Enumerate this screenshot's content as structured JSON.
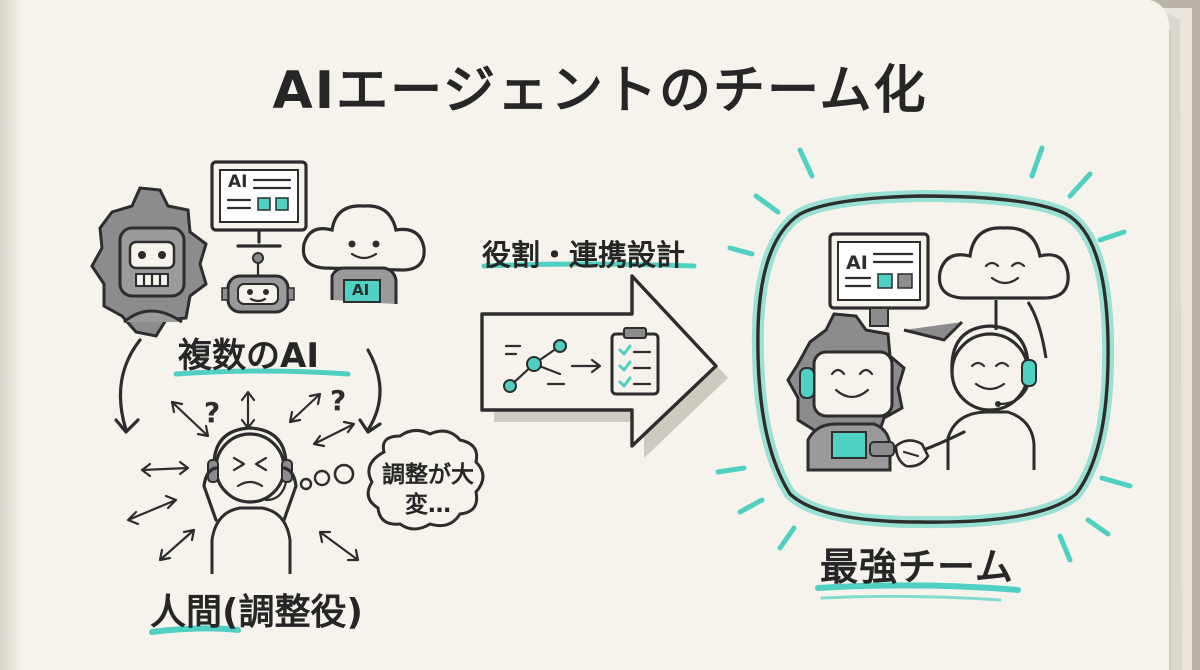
{
  "title": "AIエージェントのチーム化",
  "left": {
    "group_label": "複数のAI",
    "human_label": "人間(調整役)",
    "thought_bubble": "調整が大変…",
    "question_mark": "?"
  },
  "middle": {
    "arrow_label": "役割・連携設計"
  },
  "right": {
    "team_label": "最強チーム"
  },
  "screen_tag": "AI",
  "colors": {
    "paper": "#f6f3ec",
    "ink": "#2d2d2d",
    "accent": "#4fd0c3",
    "robot_gray": "#8c8c8c"
  },
  "icons": [
    "gear-robot-icon",
    "monitor-ai-icon",
    "cloud-ai-icon",
    "small-robot-icon",
    "network-icon",
    "checklist-icon",
    "headset-icon",
    "handshake-icon"
  ]
}
